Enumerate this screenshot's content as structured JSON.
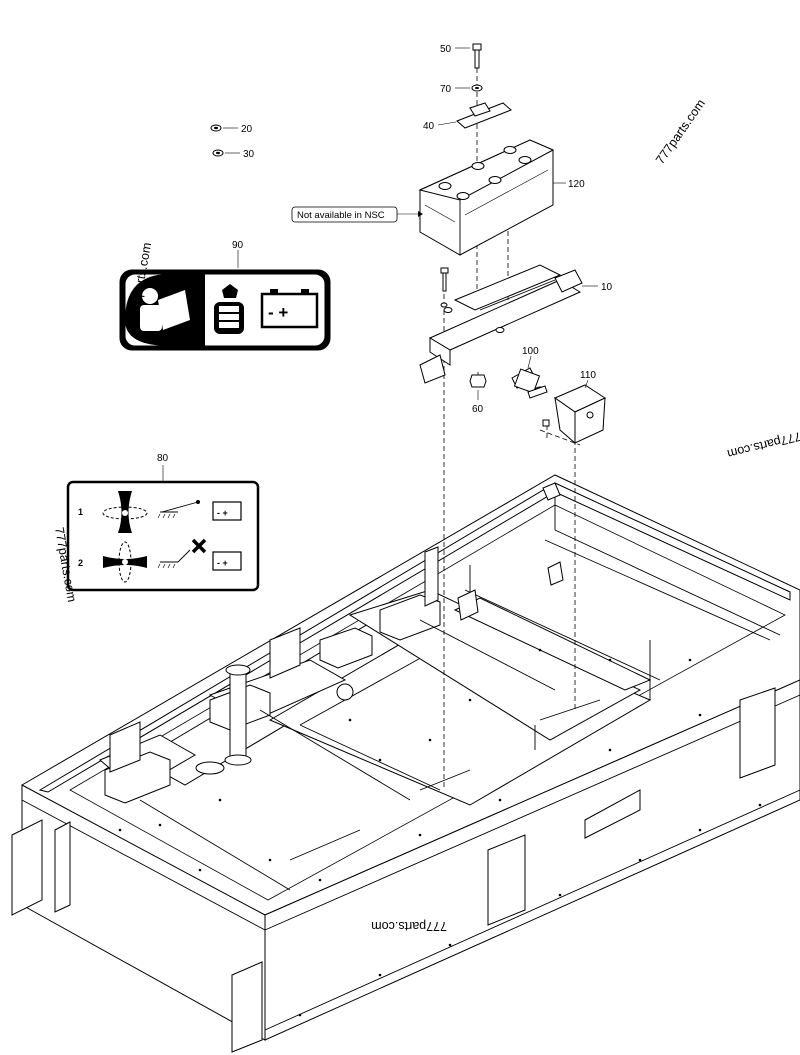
{
  "callouts": {
    "c10": "10",
    "c20": "20",
    "c30": "30",
    "c40": "40",
    "c50": "50",
    "c60": "60",
    "c70": "70",
    "c80": "80",
    "c90": "90",
    "c100": "100",
    "c110": "110",
    "c120": "120"
  },
  "note_not_available": "Not available in NSC",
  "decal_80": {
    "row1_number": "1",
    "row2_number": "2",
    "battery_terminals": "- +"
  },
  "decal_90": {
    "battery_terminals": "- +"
  },
  "watermarks": {
    "wm1": "777parts.com",
    "wm2": "777parts.com",
    "wm3": "777parts.com",
    "wm4": "777parts.com",
    "wm5": "777parts.com"
  }
}
